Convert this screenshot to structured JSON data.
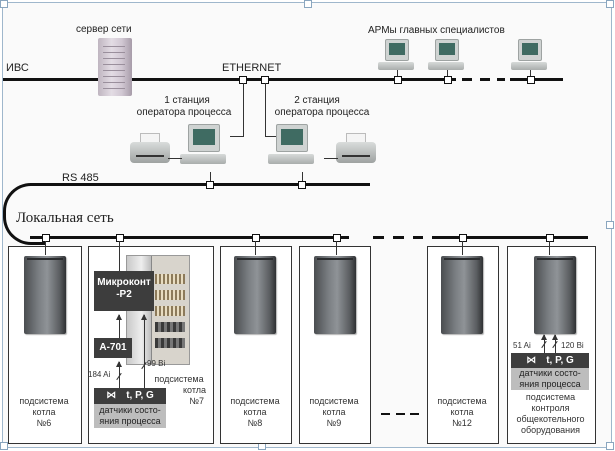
{
  "top_network": {
    "ivs_label": "ИВС",
    "ethernet_label": "ETHERNET",
    "server_label": "сервер сети",
    "arm_label": "АРМы главных специалистов"
  },
  "operator_stations": [
    {
      "line1": "1 станция",
      "line2": "оператора процесса"
    },
    {
      "line1": "2 станция",
      "line2": "оператора процесса"
    }
  ],
  "rs485_label": "RS 485",
  "local_network_label": "Локальная сеть",
  "subsystems": [
    {
      "line1": "подсистема",
      "line2": "котла",
      "line3": "№6"
    },
    {
      "line1": "подсистема",
      "line2": "котла",
      "line3": "№7"
    },
    {
      "line1": "подсистема",
      "line2": "котла",
      "line3": "№8"
    },
    {
      "line1": "подсистема",
      "line2": "котла",
      "line3": "№9"
    },
    {
      "line1": "подсистема",
      "line2": "котла",
      "line3": "№12"
    },
    {
      "line1": "подсистема",
      "line2": "контроля",
      "line3": "общекотельного",
      "line4": "оборудования"
    }
  ],
  "boiler7": {
    "controller_line1": "Микроконт",
    "controller_line2": "-Р2",
    "adc_label": "А-701",
    "ai_count": "184 Ai",
    "bi_count": "99 Bi",
    "sensors_params": "t, P, G",
    "sensors_line1": "датчики состо-",
    "sensors_line2": "яния процесса"
  },
  "common": {
    "ai_count": "51 Ai",
    "bi_count": "120 Bi",
    "sensors_params": "t, P, G",
    "sensors_line1": "датчики состо-",
    "sensors_line2": "яния процесса"
  },
  "ellipsis": "- - -"
}
